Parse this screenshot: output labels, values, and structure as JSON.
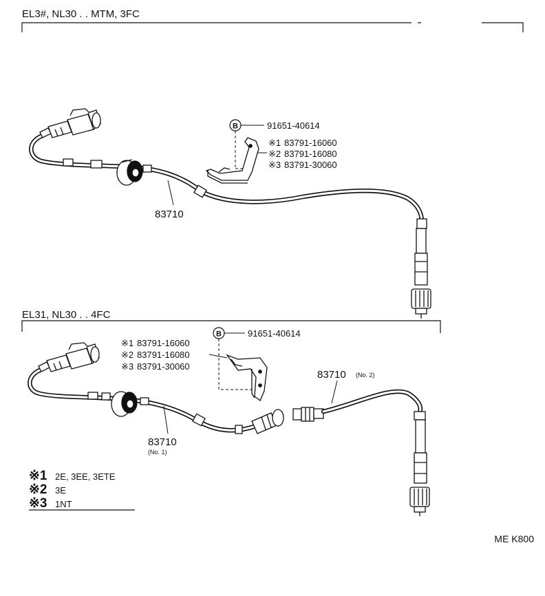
{
  "colors": {
    "ink": "#111111",
    "paper": "#ffffff"
  },
  "section1": {
    "title": "EL3#, NL30 . . MTM, 3FC",
    "bolt_marker": "B",
    "bolt_part": "91651-40614",
    "bracket_parts": [
      {
        "mark": "※1",
        "part": "83791-16060"
      },
      {
        "mark": "※2",
        "part": "83791-16080"
      },
      {
        "mark": "※3",
        "part": "83791-30060"
      }
    ],
    "cable_part": "83710"
  },
  "section2": {
    "title": "EL31, NL30 . . 4FC",
    "bolt_marker": "B",
    "bolt_part": "91651-40614",
    "bracket_parts": [
      {
        "mark": "※1",
        "part": "83791-16060"
      },
      {
        "mark": "※2",
        "part": "83791-16080"
      },
      {
        "mark": "※3",
        "part": "83791-30060"
      }
    ],
    "cable1_part": "83710",
    "cable1_sub": "(No. 1)",
    "cable2_part": "83710",
    "cable2_sub": "(No. 2)"
  },
  "legend": [
    {
      "mark": "※1",
      "engines": "2E, 3EE, 3ETE"
    },
    {
      "mark": "※2",
      "engines": "3E"
    },
    {
      "mark": "※3",
      "engines": "1NT"
    }
  ],
  "figure_code": "ME K800"
}
